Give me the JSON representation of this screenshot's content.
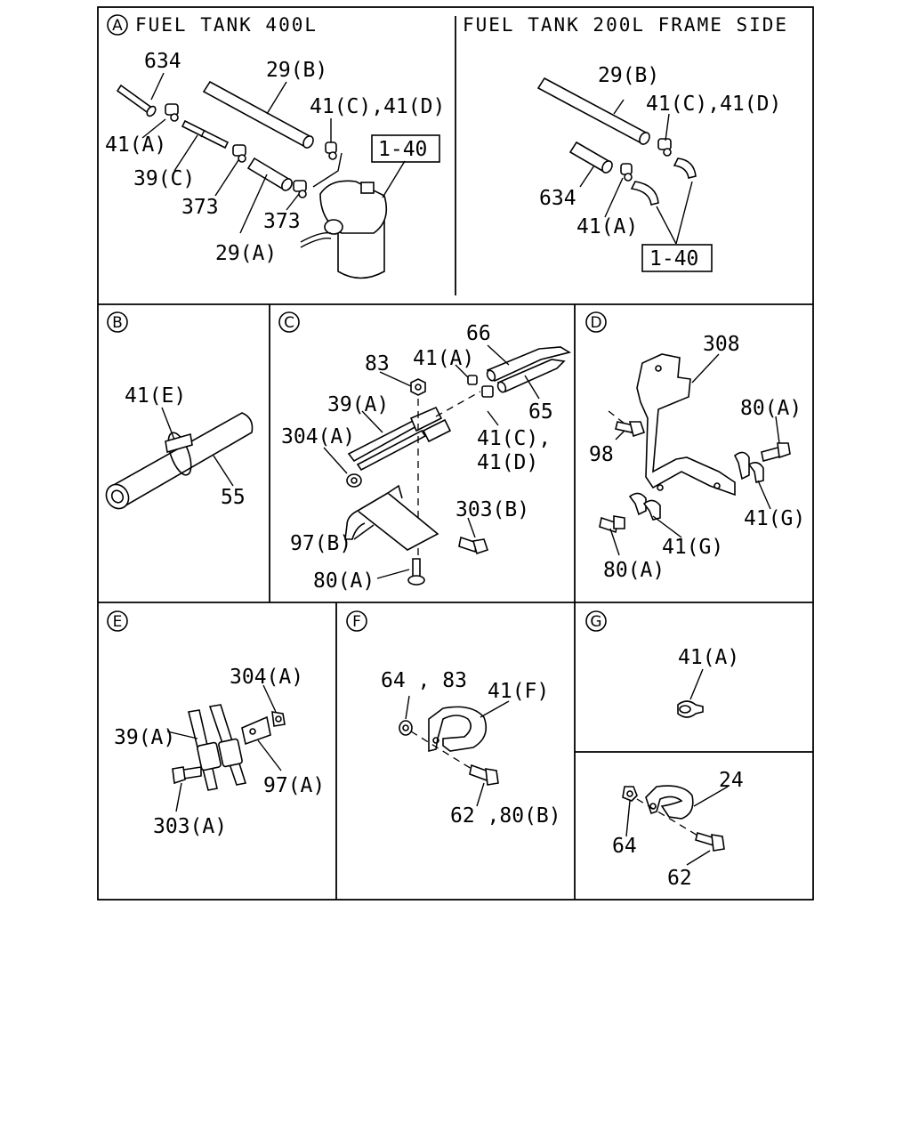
{
  "title_a": "FUEL TANK 400L",
  "title_a_frame": "FUEL TANK 200L FRAME SIDE",
  "sections": {
    "a": "A",
    "b": "B",
    "c": "C",
    "d": "D",
    "e": "E",
    "f": "F",
    "g": "G"
  },
  "labels": {
    "a_634": "634",
    "a_29b": "29(B)",
    "a_41cd": "41(C),41(D)",
    "a_41a": "41(A)",
    "a_39c": "39(C)",
    "a_373a": "373",
    "a_373b": "373",
    "a_29a": "29(A)",
    "a_ref": "1-40",
    "f_29b": "29(B)",
    "f_41cd": "41(C),41(D)",
    "f_634": "634",
    "f_41a": "41(A)",
    "f_ref": "1-40",
    "b_41e": "41(E)",
    "b_55": "55",
    "c_66": "66",
    "c_83": "83",
    "c_41a": "41(A)",
    "c_39a": "39(A)",
    "c_65": "65",
    "c_304a": "304(A)",
    "c_41c": "41(C),",
    "c_41d": "41(D)",
    "c_303b": "303(B)",
    "c_97b": "97(B)",
    "c_80a": "80(A)",
    "d_308": "308",
    "d_80a_top": "80(A)",
    "d_98": "98",
    "d_41g_right": "41(G)",
    "d_41g_bottom": "41(G)",
    "d_80a_bottom": "80(A)",
    "e_304a": "304(A)",
    "e_39a": "39(A)",
    "e_97a": "97(A)",
    "e_303a": "303(A)",
    "f2_6483": "64 , 83",
    "f2_41f": "41(F)",
    "f2_6280b": "62 ,80(B)",
    "g_41a": "41(A)",
    "g2_24": "24",
    "g2_64": "64",
    "g2_62": "62"
  }
}
